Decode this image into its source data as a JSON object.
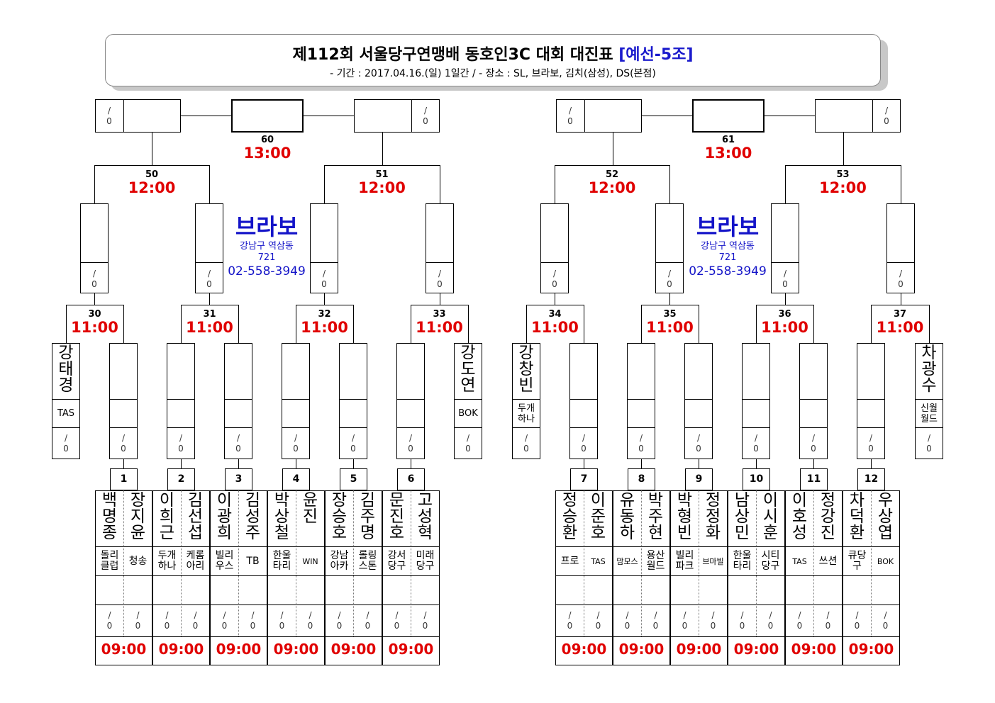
{
  "header": {
    "title": "제112회 서울당구연맹배 동호인3C 대회 대진표",
    "title_tag": "[예선-5조]",
    "subtitle": "- 기간 : 2017.04.16.(일) 1일간 / - 장소 : SL, 브라보, 김치(삼성), DS(본점)"
  },
  "colors": {
    "time": "#e00000",
    "venue": "#1414c8",
    "title_tag": "#1a1acc"
  },
  "score_placeholder": "/\n0",
  "venue": {
    "name": "브라보",
    "address_line1": "강남구 역삼동",
    "address_line2": "721",
    "phone": "02-558-3949"
  },
  "finals": [
    {
      "num": "60",
      "time": "13:00"
    },
    {
      "num": "61",
      "time": "13:00"
    }
  ],
  "semis": [
    {
      "num": "50",
      "time": "12:00"
    },
    {
      "num": "51",
      "time": "12:00"
    },
    {
      "num": "52",
      "time": "12:00"
    },
    {
      "num": "53",
      "time": "12:00"
    }
  ],
  "round1": [
    {
      "num": "30",
      "time": "11:00"
    },
    {
      "num": "31",
      "time": "11:00"
    },
    {
      "num": "32",
      "time": "11:00"
    },
    {
      "num": "33",
      "time": "11:00"
    },
    {
      "num": "34",
      "time": "11:00"
    },
    {
      "num": "35",
      "time": "11:00"
    },
    {
      "num": "36",
      "time": "11:00"
    },
    {
      "num": "37",
      "time": "11:00"
    }
  ],
  "seeds": [
    {
      "name": "강태경",
      "club": "TAS"
    },
    {
      "name": "강도연",
      "club": "BOK"
    },
    {
      "name": "강창빈",
      "club": "두개\n하나"
    },
    {
      "name": "차광수",
      "club": "신월\n월드"
    }
  ],
  "games": [
    {
      "num": "1",
      "time": "09:00",
      "players": [
        {
          "name": "백명종",
          "club": "돌리\n클럽"
        },
        {
          "name": "장지윤",
          "club": "청송"
        }
      ]
    },
    {
      "num": "2",
      "time": "09:00",
      "players": [
        {
          "name": "이희근",
          "club": "두개\n하나"
        },
        {
          "name": "김선섭",
          "club": "케롬\n아리"
        }
      ]
    },
    {
      "num": "3",
      "time": "09:00",
      "players": [
        {
          "name": "이광희",
          "club": "빌리\n우스"
        },
        {
          "name": "김성주",
          "club": "TB"
        }
      ]
    },
    {
      "num": "4",
      "time": "09:00",
      "players": [
        {
          "name": "박상철",
          "club": "한울\n타리"
        },
        {
          "name": "윤 진",
          "club": "WIN"
        }
      ]
    },
    {
      "num": "5",
      "time": "09:00",
      "players": [
        {
          "name": "장승호",
          "club": "강남\n아카"
        },
        {
          "name": "김주명",
          "club": "롤링\n스톤"
        }
      ]
    },
    {
      "num": "6",
      "time": "09:00",
      "players": [
        {
          "name": "문진호",
          "club": "강서\n당구"
        },
        {
          "name": "고성혁",
          "club": "미래\n당구"
        }
      ]
    },
    {
      "num": "7",
      "time": "09:00",
      "players": [
        {
          "name": "정승환",
          "club": "프로"
        },
        {
          "name": "이준호",
          "club": "TAS"
        }
      ]
    },
    {
      "num": "8",
      "time": "09:00",
      "players": [
        {
          "name": "유동하",
          "club": "맘모스"
        },
        {
          "name": "박주현",
          "club": "용산\n월드"
        }
      ]
    },
    {
      "num": "9",
      "time": "09:00",
      "players": [
        {
          "name": "박형빈",
          "club": "빌리\n파크"
        },
        {
          "name": "정정화",
          "club": "브마빌"
        }
      ]
    },
    {
      "num": "10",
      "time": "09:00",
      "players": [
        {
          "name": "남상민",
          "club": "한울\n타리"
        },
        {
          "name": "이시훈",
          "club": "시티\n당구"
        }
      ]
    },
    {
      "num": "11",
      "time": "09:00",
      "players": [
        {
          "name": "이호성",
          "club": "TAS"
        },
        {
          "name": "정강진",
          "club": "쓰션"
        }
      ]
    },
    {
      "num": "12",
      "time": "09:00",
      "players": [
        {
          "name": "차덕환",
          "club": "큐당\n구"
        },
        {
          "name": "우상엽",
          "club": "BOK"
        }
      ]
    }
  ]
}
